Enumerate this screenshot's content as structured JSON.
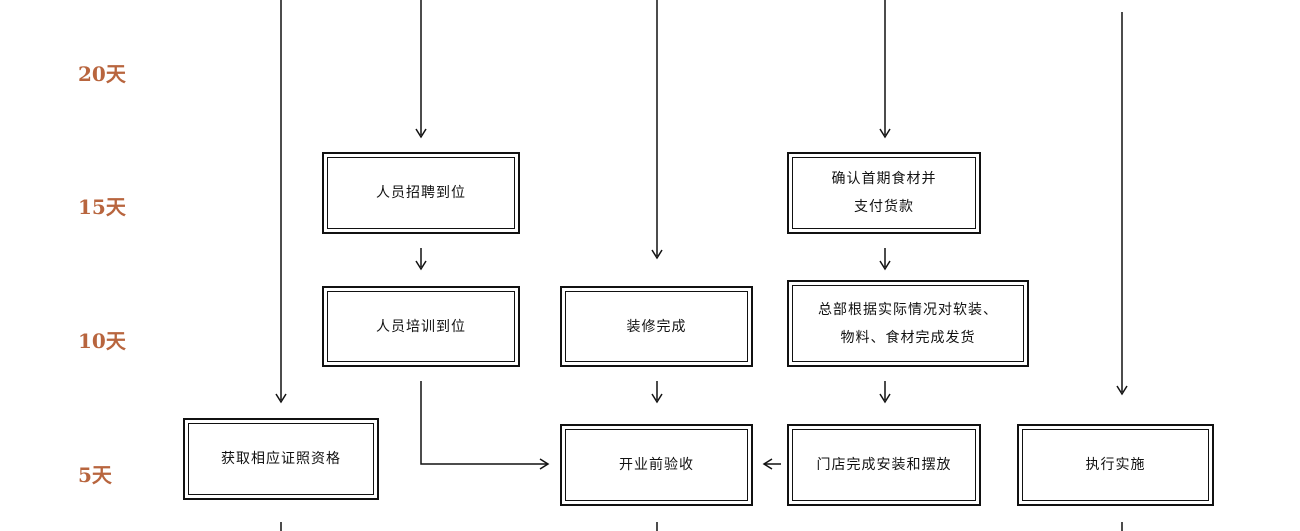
{
  "timeline": {
    "day_20": "20天",
    "day_15": "15天",
    "day_10": "10天",
    "day_5": "5天"
  },
  "steps": {
    "staff_recruit": "人员招聘到位",
    "confirm_food_line1": "确认首期食材并",
    "confirm_food_line2": "支付货款",
    "staff_training": "人员培训到位",
    "decoration_done": "装修完成",
    "hq_ship_line1": "总部根据实际情况对软装、",
    "hq_ship_line2": "物料、食材完成发货",
    "get_license": "获取相应证照资格",
    "pre_open_check": "开业前验收",
    "store_install": "门店完成安装和摆放",
    "execute": "执行实施"
  },
  "colors": {
    "day_label": "#b8653e",
    "line": "#111111",
    "background": "#ffffff"
  }
}
